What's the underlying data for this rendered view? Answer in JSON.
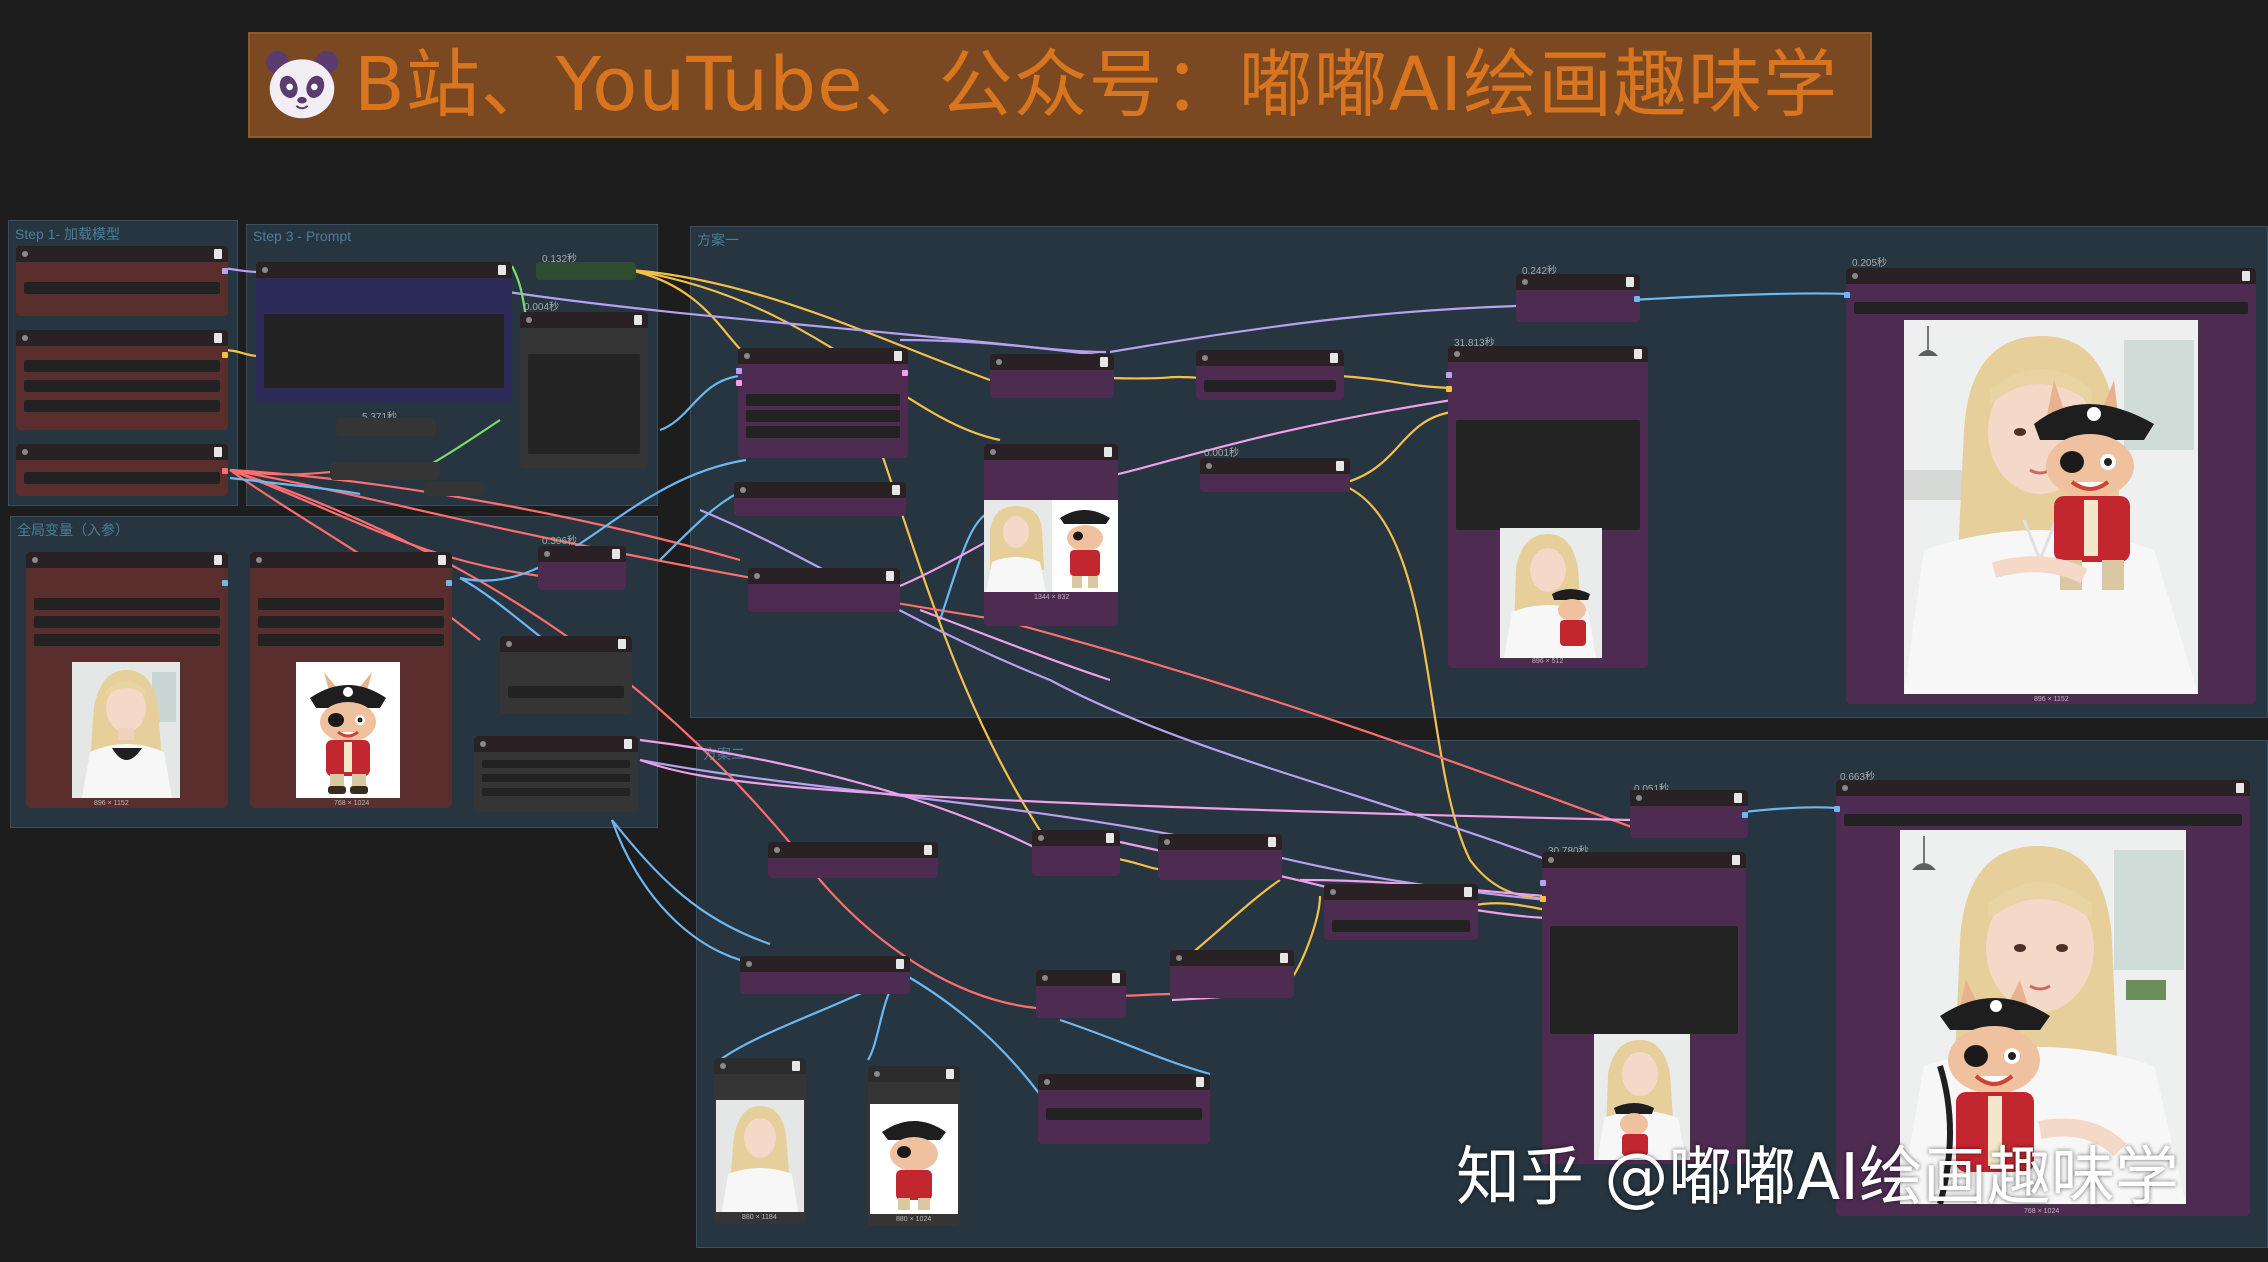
{
  "banner": {
    "title": "B站、YouTube、公众号：嘟嘟AI绘画趣味学",
    "logo_icon": "panda-icon",
    "background": "#7a4922",
    "text_color": "#d9751f"
  },
  "groups": {
    "step1": "Step 1- 加载模型",
    "step3": "Step 3 - Prompt",
    "globals": "全局变量（入参）",
    "plan1": "方案一",
    "plan2": "方案二"
  },
  "timings": {
    "t1": "0.132秒",
    "t2": "0.004秒",
    "t3": "5.371秒",
    "t4": "0.306秒",
    "t5": "0.242秒",
    "t6": "0.205秒",
    "t7": "31.813秒",
    "t8": "0.001秒",
    "t9": "0.051秒",
    "t10": "0.663秒",
    "t11": "30.780秒"
  },
  "captions": {
    "girl_input": "896 × 1152",
    "pirate_input": "768 × 1024",
    "preview_pair": "1344 × 832",
    "plan1_preview": "896 × 512",
    "plan1_output": "896 × 1152",
    "plan2_girl": "880 × 1184",
    "plan2_pirate": "880 × 1024",
    "plan2_output": "768 × 1024"
  },
  "wire_colors": {
    "model": "#b7a2f0",
    "clip": "#f5c04a",
    "vae": "#ff6e6e",
    "image": "#6db7f2",
    "conditioning": "#f0a0e8",
    "latent": "#ff9cf2"
  },
  "watermark": "知乎 @嘟嘟AI绘画趣味学"
}
